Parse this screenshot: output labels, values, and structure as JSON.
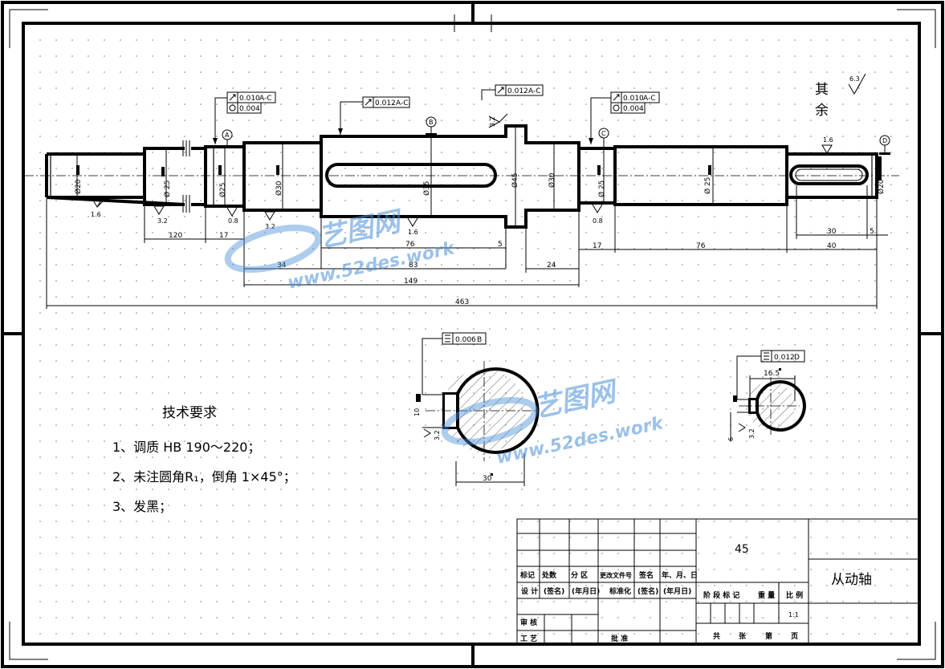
{
  "tolerances": {
    "a1": {
      "runout": "0.010",
      "datum": "A-C",
      "cyl": "0.004"
    },
    "a2": {
      "runout": "0.012",
      "datum": "A-C"
    },
    "a3": {
      "runout": "0.012",
      "datum": "A-C"
    },
    "a4": {
      "runout": "0.010",
      "datum": "A-C",
      "cyl": "0.004"
    },
    "section1": {
      "sym": "0.006",
      "datum": "B"
    },
    "section2": {
      "sym": "0.012",
      "datum": "D"
    }
  },
  "datums": [
    "A",
    "B",
    "C",
    "D"
  ],
  "roughness": {
    "r1": "1.6",
    "r2": "3.2",
    "r3": "0.8",
    "r4": "3.2",
    "r5": "1.6",
    "r6": "3.2",
    "r7": "0.8",
    "r8": "1.6",
    "r9": "3.2",
    "r10": "3.2"
  },
  "other": {
    "text1": "其",
    "text2": "余",
    "value": "6.3"
  },
  "diameters": {
    "d1": "Ø20",
    "d2": "Ø 25",
    "d3": "Ø25",
    "d4": "Ø30",
    "d5": "Ø35",
    "d6": "Ø45",
    "d7": "Ø30",
    "d8": "Ø 25",
    "d9": "Ø 25",
    "d10": "Ø20"
  },
  "dims": {
    "l120": "120",
    "l17a": "17",
    "l76a": "76",
    "l5a": "5",
    "l34": "34",
    "l83": "83",
    "l24": "24",
    "l149": "149",
    "l463": "463",
    "l17b": "17",
    "l76b": "76",
    "l30a": "30",
    "l5b": "5",
    "l40": "40",
    "s10": "10",
    "s30": "30",
    "s165": "16.5",
    "s6": "6"
  },
  "tech": {
    "title": "技术要求",
    "items": [
      "1、调质  HB 190～220；",
      "2、未注圆角R₁，倒角 1×45°；",
      "3、发黑；"
    ]
  },
  "titleblock": {
    "material": "45",
    "part_name": "从动轴",
    "scale": "1:1",
    "row_labels": [
      "标记",
      "处数",
      "分 区",
      "更改文件号",
      "签名",
      "年、月、日"
    ],
    "design_labels": [
      "设 计",
      "(签名)",
      "(年月日)",
      "标准化",
      "(签名)",
      "(年月日)"
    ],
    "review": "审 核",
    "process": "工 艺",
    "approve": "批 准",
    "stage_labels": [
      "阶 段 标 记",
      "重 量",
      "比 例"
    ],
    "sheet_labels": [
      "共",
      "张",
      "第",
      "页"
    ]
  },
  "watermark": {
    "cn": "艺图网",
    "url": "www.52des.work"
  }
}
